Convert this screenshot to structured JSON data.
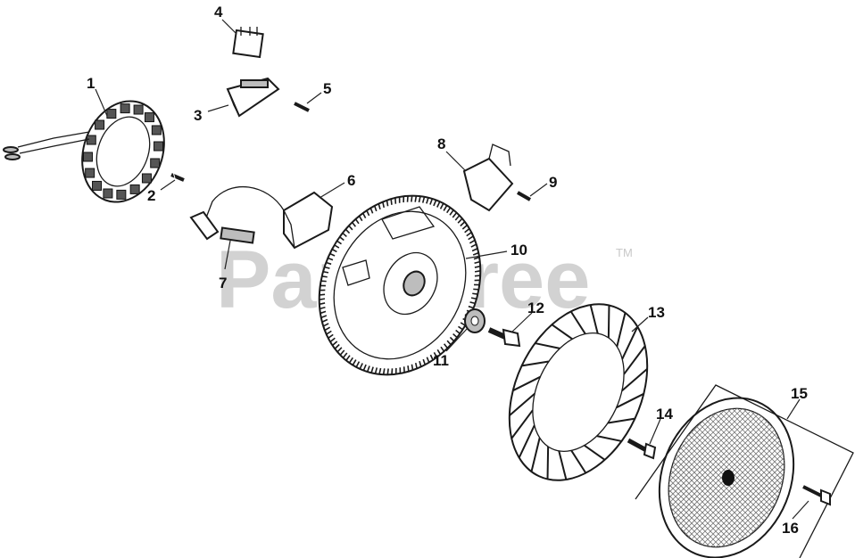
{
  "watermark": {
    "text": "PartsTree",
    "trademark": "TM"
  },
  "callouts": [
    {
      "id": "c1",
      "label": "1"
    },
    {
      "id": "c2",
      "label": "2"
    },
    {
      "id": "c3",
      "label": "3"
    },
    {
      "id": "c4",
      "label": "4"
    },
    {
      "id": "c5",
      "label": "5"
    },
    {
      "id": "c6",
      "label": "6"
    },
    {
      "id": "c7",
      "label": "7"
    },
    {
      "id": "c8",
      "label": "8"
    },
    {
      "id": "c9",
      "label": "9"
    },
    {
      "id": "c10",
      "label": "10"
    },
    {
      "id": "c11",
      "label": "11"
    },
    {
      "id": "c12",
      "label": "12"
    },
    {
      "id": "c13",
      "label": "13"
    },
    {
      "id": "c14",
      "label": "14"
    },
    {
      "id": "c15",
      "label": "15"
    },
    {
      "id": "c16",
      "label": "16"
    }
  ]
}
